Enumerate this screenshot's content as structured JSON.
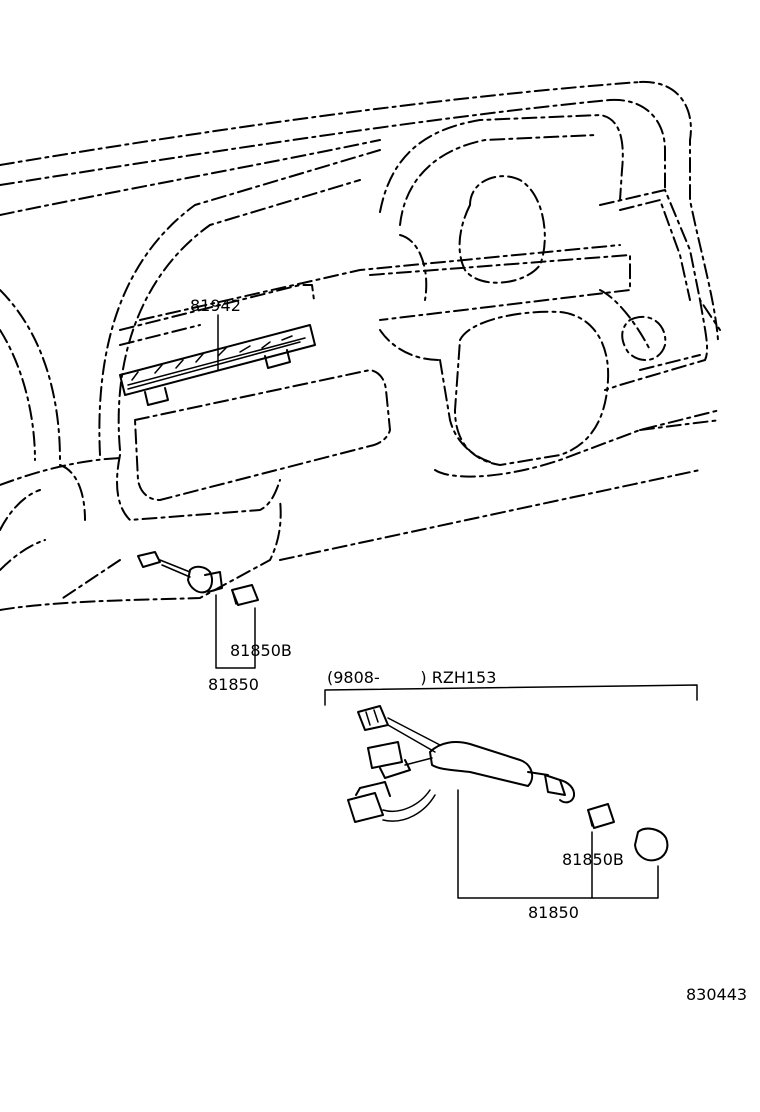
{
  "labels": {
    "switch_panel": "81942",
    "bulb_upper": "81850B",
    "socket_upper": "81850",
    "range_text": "(9808-        ) RZH153",
    "bulb_lower": "81850B",
    "socket_lower": "81850",
    "figure_code": "830443"
  }
}
